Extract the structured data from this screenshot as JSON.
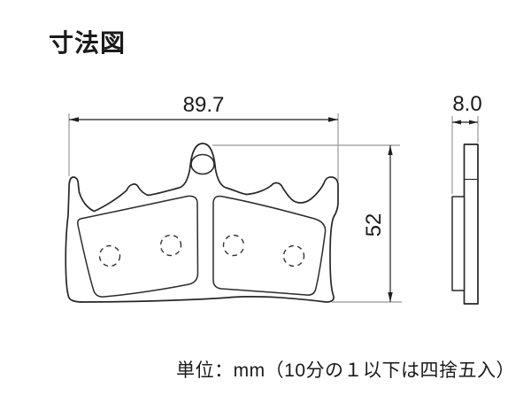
{
  "page": {
    "title": "寸法図",
    "unit_note": "単位：mm（10分の１以下は四捨五入）",
    "background": "#ffffff"
  },
  "dimensions": {
    "width_mm": "89.7",
    "height_mm": "52",
    "thickness_mm": "8.0"
  },
  "colors": {
    "outline": "#262626",
    "dimension_line": "#1f1f1f",
    "extension_line": "#a8a8a8",
    "text": "#1a1a1a"
  }
}
